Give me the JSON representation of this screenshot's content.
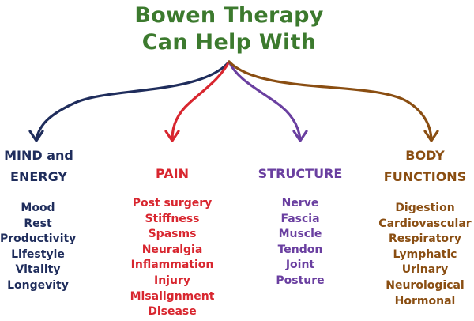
{
  "title": {
    "line1": "Bowen Therapy",
    "line2": "Can Help With"
  },
  "colors": {
    "title": "#3c7a2e",
    "mind": "#1f2d5c",
    "pain": "#d8262f",
    "structure": "#6a3fa0",
    "body": "#8a4e12"
  },
  "categories": [
    {
      "id": "mind",
      "label_line1": "MIND and",
      "label_line2": "ENERGY",
      "items": [
        "Mood",
        "Rest",
        "Productivity",
        "Lifestyle",
        "Vitality",
        "Longevity"
      ]
    },
    {
      "id": "pain",
      "label_line1": "PAIN",
      "items": [
        "Post surgery",
        "Stiffness",
        "Spasms",
        "Neuralgia",
        "Inflammation",
        "Injury",
        "Misalignment",
        "Disease"
      ]
    },
    {
      "id": "structure",
      "label_line1": "STRUCTURE",
      "items": [
        "Nerve",
        "Fascia",
        "Muscle",
        "Tendon",
        "Joint",
        "Posture"
      ]
    },
    {
      "id": "body",
      "label_line1": "BODY",
      "label_line2": "FUNCTIONS",
      "items": [
        "Digestion",
        "Cardiovascular",
        "Respiratory",
        "Lymphatic",
        "Urinary",
        "Neurological",
        "Hormonal"
      ]
    }
  ]
}
